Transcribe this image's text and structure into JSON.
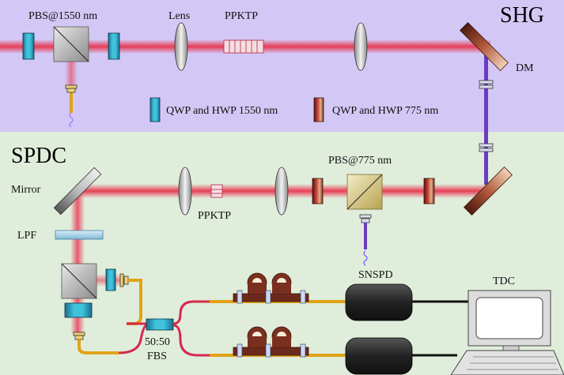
{
  "sections": {
    "shg": {
      "title": "SHG",
      "bg": "#d3c8f5"
    },
    "spdc": {
      "title": "SPDC",
      "bg": "#e0eddb"
    }
  },
  "labels": {
    "pbs1550": "PBS@1550 nm",
    "lens": "Lens",
    "ppktp_shg": "PPKTP",
    "dm": "DM",
    "legend_1550": "QWP and HWP 1550 nm",
    "legend_775": "QWP and HWP 775 nm",
    "mirror": "Mirror",
    "ppktp_spdc": "PPKTP",
    "pbs775": "PBS@775 nm",
    "lpf": "LPF",
    "snspd": "SNSPD",
    "tdc": "TDC",
    "fbs_ratio": "50:50",
    "fbs": "FBS"
  },
  "colors": {
    "beam_red": "#e8354f",
    "pump_violet": "#6a3cc0",
    "fiber_yellow": "#e0a317",
    "fiber_red": "#d6294b",
    "wp1550": "#2aa7c9",
    "wp775": "#a8342d"
  }
}
